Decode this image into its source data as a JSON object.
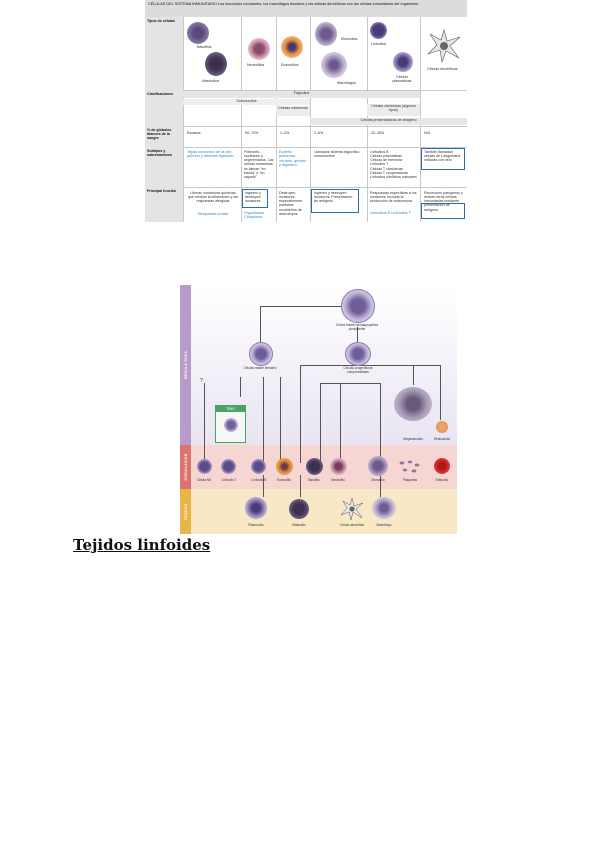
{
  "table": {
    "title": "CÉLULAS DEL SISTEMA INMUNITARIO  Los leucocitos circulantes, los macrófagos tisulares y las células dendríticas son las células inmunitarias del organismo.",
    "row_labels": {
      "types": "Tipos de células",
      "classifications": "Clasificaciones",
      "percent": "% de glóbulos blancos de la sangre",
      "subtypes": "Subtipos y sobrenombres",
      "function": "Principal función"
    },
    "cell_types": [
      "Basófilos",
      "Mastocitos",
      "Neutrófilos",
      "Eosinófilos",
      "Monocitos",
      "Macrófagos",
      "Linfocitos",
      "Células plasmáticas",
      "Células dendríticas"
    ],
    "classes": {
      "fagocitos": "Fagocitos",
      "granulocitos": "Granulocitos",
      "citotoxicas_1": "Células citotóxicas",
      "citotoxicas_2": "Células citotóxicas (algunos tipos)",
      "presentadoras": "Células presentadoras de antígeno"
    },
    "percent": [
      "Escasos",
      "50–70%",
      "1–3%",
      "1–6%",
      "20–35%",
      "N/A"
    ],
    "subtypes": {
      "basofilos": "Tejido conectivo de la piel, pulmón y sistema digestivo",
      "neutrofilos": "Polimorfo-nucleares o segmentados. Las formas inmaduras se llaman \"en banda\" o \"en cayado\"",
      "eosinofilos": "Epitelio pulmonar, urinario, genital y digestivo",
      "monocitos": "Llamados sistema fagocítico mononuclear",
      "linfocitos": "Linfocitos B\n  Células plasmáticas\n  Células de memoria\nLinfocitos T\n  Células T citotóxicas\n  Células T cooperadoras\nLinfocitos citolíticos naturales",
      "dendriticas": "También llamadas células de Langerhans, velludas con velo"
    },
    "functions": {
      "basofilos": "Liberan sustancias químicas que median la inflamación y las respuestas alérgicas",
      "basofilos_note": "Respuesta innata",
      "neutrofilos": "Ingieren y destruyen invasores",
      "neutrofilos_note": "Fagocitosis Citoquinas",
      "eosinofilos": "Destruyen invasores, especialmente parásitos recubiertos de anticuerpos",
      "monocitos": "Ingieren y destruyen invasores. Presentación de antígeno",
      "linfocitos": "Respuestas específicas a los invasores, incluida la producción de anticuerpos",
      "linfocitos_note": "Linfocitos B Linfocitos T",
      "dendriticas": "Reconocen patógenos y activan otras células inmunitarias mediante presentación de antígeno"
    }
  },
  "diagram": {
    "zones": {
      "marrow": "MÉDULA ÓSEA",
      "circulation": "CIRCULACIÓN",
      "tissues": "TEJIDOS"
    },
    "stem": "Célula madre hematopoyética pluripotente",
    "lymphoid": "Células madre linfoides",
    "progenitor": "Células progenitoras comprometidas",
    "thymus": "TIMO",
    "megakaryocyte": "Megacariocito",
    "reticulocyte": "Reticulocito",
    "question": "?",
    "circulating": [
      "Célula NK",
      "Linfocito T",
      "Linfocito B",
      "Eosinófilo",
      "Basófilo",
      "Neutrófilo",
      "Monocito",
      "Plaquetas",
      "Eritrocito"
    ],
    "tissue_cells": [
      "Plasmocito",
      "Mastocito",
      "Célula dendrítica",
      "Macrófago"
    ]
  },
  "heading": "Tejidos linfoides"
}
